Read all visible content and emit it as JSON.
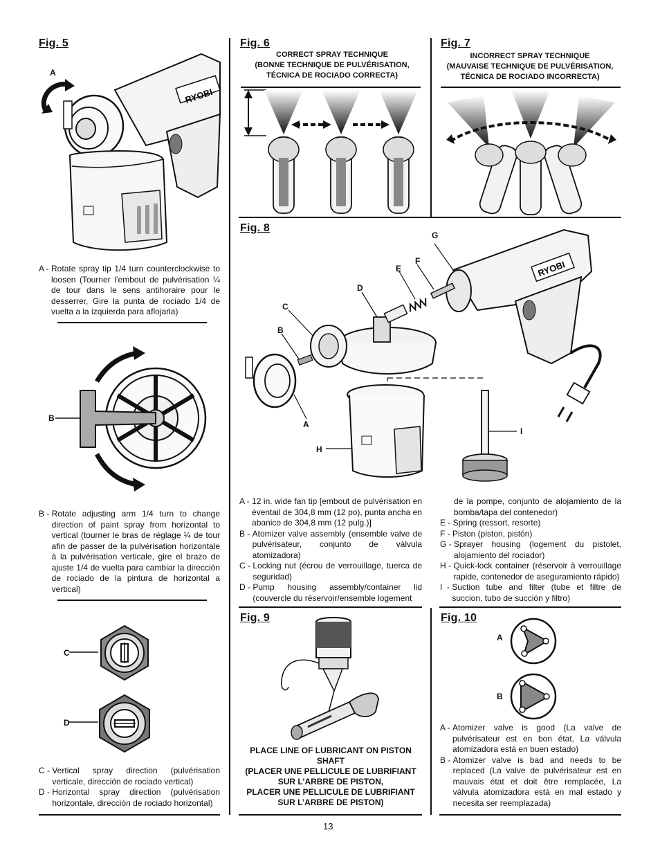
{
  "page_number": "13",
  "brand": "RYOBI",
  "fig5": {
    "label": "Fig. 5",
    "callout_a": "A",
    "callout_b": "B",
    "callout_c": "C",
    "callout_d": "D",
    "text_a_key": "A - ",
    "text_a": "Rotate spray tip 1/4 turn counterclockwise to loosen (Tourner l’embout de pulvérisation ¼ de tour dans le sens antihoraire pour le desserrer, Gire la punta de rociado 1/4 de vuelta a la izquierda para aflojarla)",
    "text_b_key": "B - ",
    "text_b": "Rotate adjusting arm 1/4 turn to change direction of paint spray from horizontal to vertical (tourner le bras de réglage ¼ de tour afin de passer de la pulvérisation horizontale à la pulvérisation verticale, gire el brazo de ajuste 1/4 de vuelta para cambiar la dirección de rociado de la pintura de horizontal a vertical)",
    "text_c_key": "C - ",
    "text_c": "Vertical spray direction (pulvérisation verticale, dirección de rociado vertical)",
    "text_d_key": "D - ",
    "text_d": "Horizontal spray direction (pulvérisation horizontale, dirección de rociado horizontal)"
  },
  "fig6": {
    "label": "Fig. 6",
    "caption": "CORRECT SPRAY TECHNIQUE\n(BONNE TECHNIQUE DE PULVÉRISATION,\nTÉCNICA DE ROCIADO CORRECTA)"
  },
  "fig7": {
    "label": "Fig. 7",
    "caption": "INCORRECT SPRAY TECHNIQUE\n(MAUVAISE TECHNIQUE DE PULVÉRISATION,\nTÉCNICA DE ROCIADO INCORRECTA)"
  },
  "fig8": {
    "label": "Fig. 8",
    "callouts": {
      "a": "A",
      "b": "B",
      "c": "C",
      "d": "D",
      "e": "E",
      "f": "F",
      "g": "G",
      "h": "H",
      "i": "I"
    },
    "left_items": [
      {
        "key": "A - ",
        "text": "12 in. wide fan tip [embout de pulvérisation en éventail de 304,8 mm (12 po), punta ancha en abanico de 304,8 mm (12 pulg.)]"
      },
      {
        "key": "B - ",
        "text": "Atomizer valve assembly (ensemble valve de pulvérisateur, conjunto de válvula atomizadora)"
      },
      {
        "key": "C - ",
        "text": "Locking nut (écrou de verrouillage, tuerca de seguridad)"
      },
      {
        "key": "D - ",
        "text": "Pump housing assembly/container lid (couvercle du réservoir/ensemble logement"
      }
    ],
    "right_continuation": "de la pompe, conjunto de alojamiento de la bomba/tapa del contenedor)",
    "right_items": [
      {
        "key": "E - ",
        "text": "Spring (ressort, resorte)"
      },
      {
        "key": "F - ",
        "text": "Piston (piston, pistón)"
      },
      {
        "key": "G - ",
        "text": "Sprayer housing (logement du pistolet, alojamiento del rociador)"
      },
      {
        "key": "H - ",
        "text": "Quick-lock container (réservoir à verrouillage rapide, contenedor de aseguramiento rápido)"
      },
      {
        "key": "I  - ",
        "text": "Suction tube and filter (tube et filtre de succion, tubo de succión y filtro)"
      }
    ]
  },
  "fig9": {
    "label": "Fig. 9",
    "caption": "PLACE LINE OF LUBRICANT ON PISTON\nSHAFT\n(PLACER UNE PELLICULE DE LUBRIFIANT\nSUR L’ARBRE DE PISTON,\nPLACER UNE PELLICULE DE LUBRIFIANT\nSUR L’ARBRE DE PISTON)"
  },
  "fig10": {
    "label": "Fig. 10",
    "callout_a": "A",
    "callout_b": "B",
    "items": [
      {
        "key": "A - ",
        "text": "Atomizer valve is good (La valve de pulvérisateur est en bon état, La válvula atomizadora está en buen estado)"
      },
      {
        "key": "B - ",
        "text": "Atomizer valve is bad and needs to be replaced (La valve de pulvérisateur est en mauvais état et doit être remplacée, La válvula atomizadora está en mal estado y necesita ser reemplazada)"
      }
    ]
  }
}
